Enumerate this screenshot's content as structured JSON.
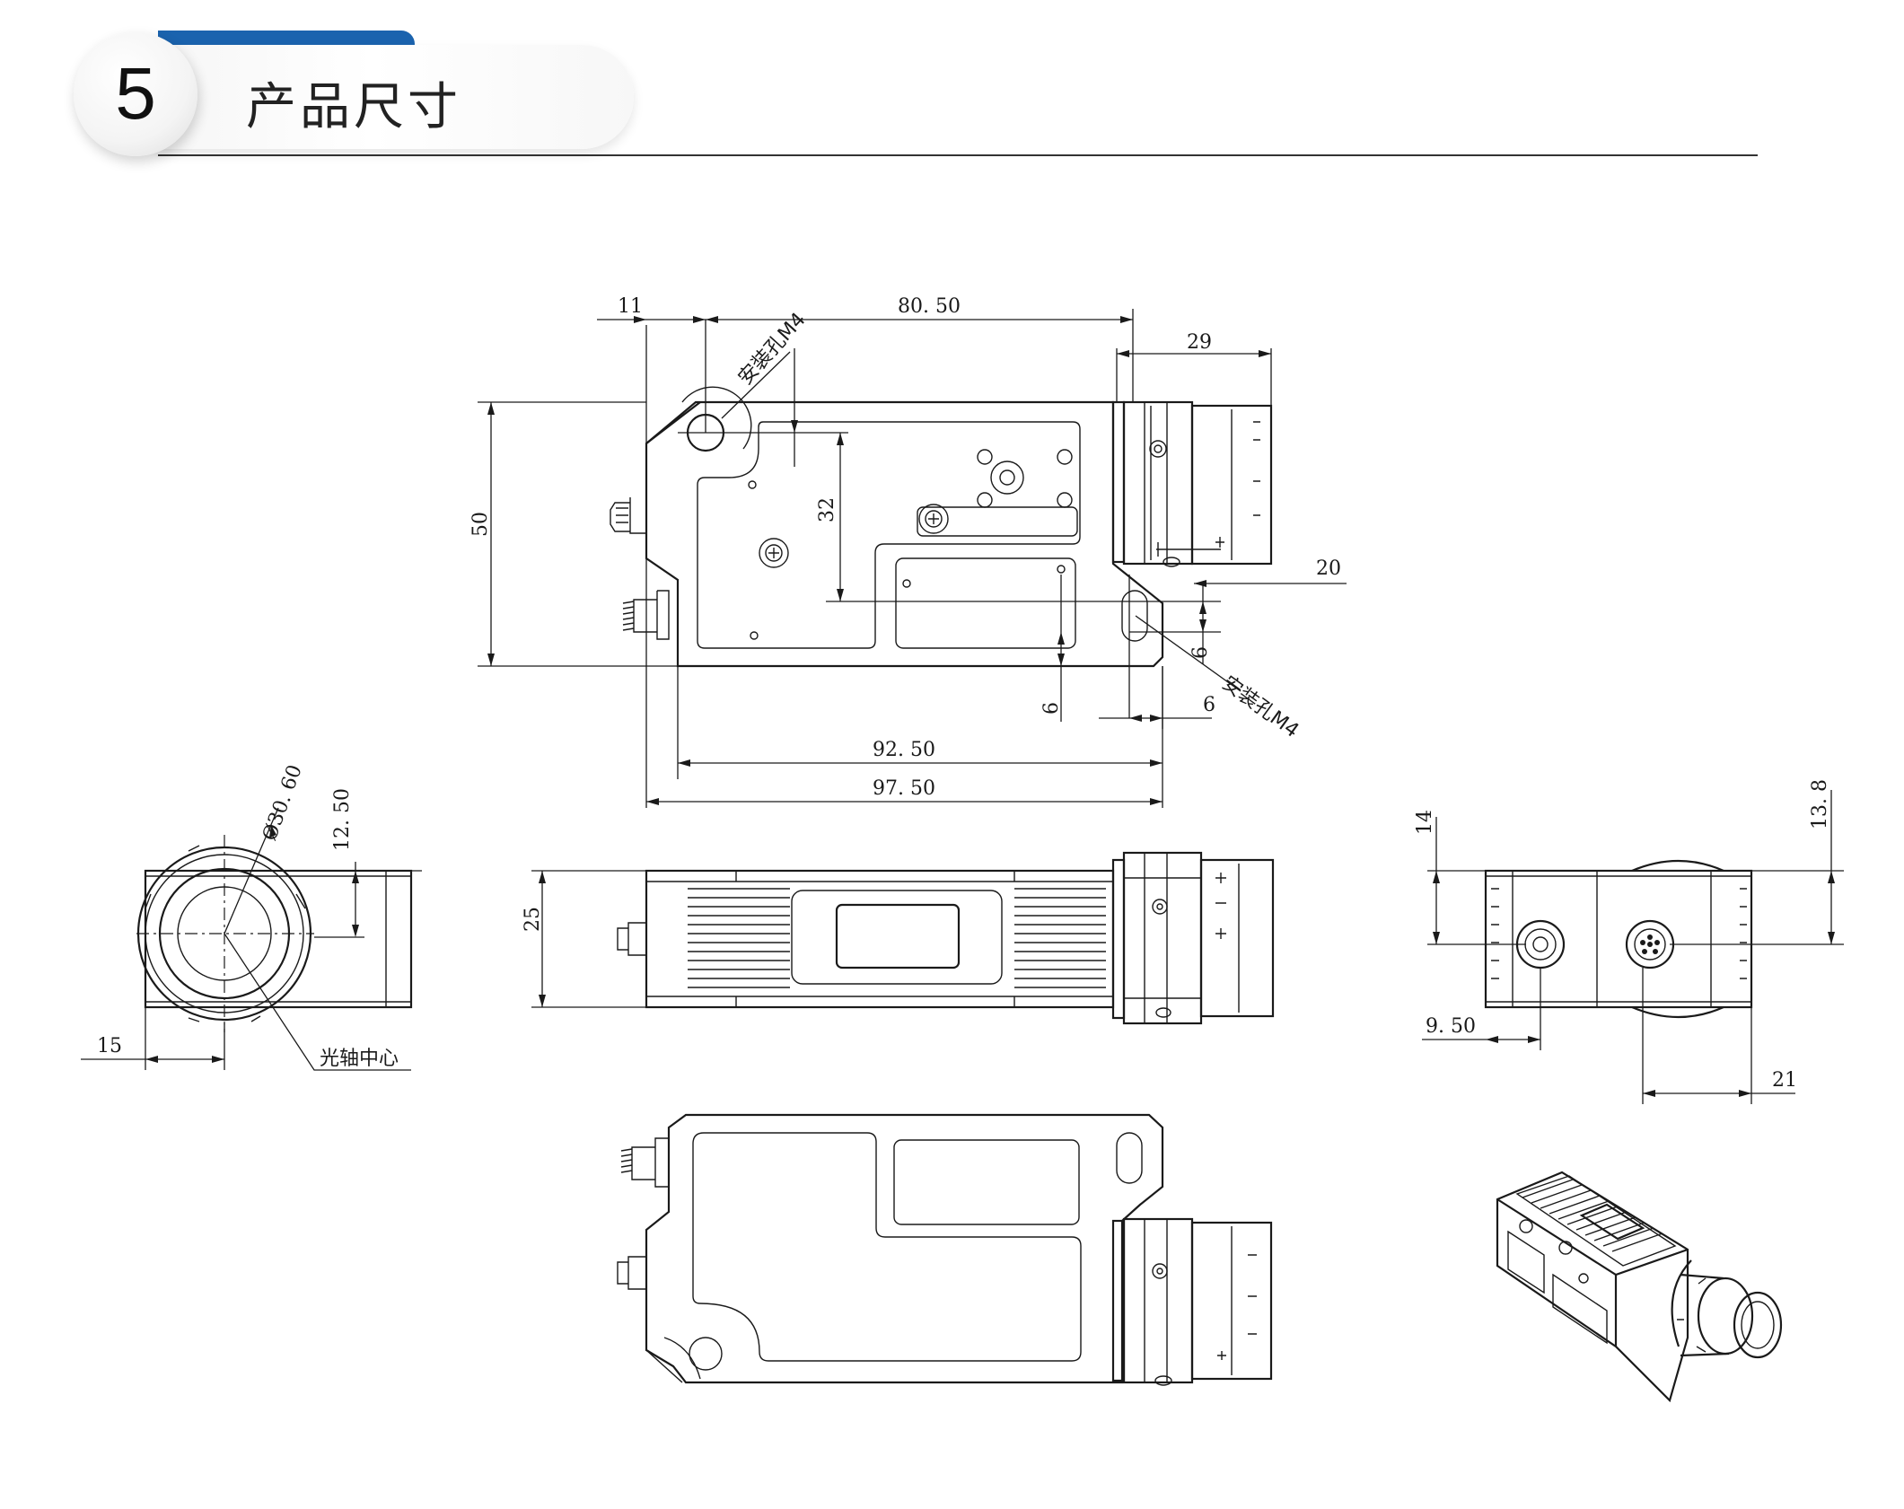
{
  "section": {
    "number": "5",
    "title": "产品尺寸"
  },
  "colors": {
    "accent": "#1b63ae",
    "line": "#1a1a1a"
  },
  "dimensions": {
    "top_view": {
      "d11": "11",
      "d80_50": "80. 50",
      "d29": "29",
      "d50": "50",
      "d32": "32",
      "d20": "20",
      "d6_right": "6",
      "d6_bottom": "6",
      "d6_lower": "6",
      "d92_50": "92. 50",
      "d97_50": "97. 50",
      "hole_top": "安装孔M4",
      "hole_bottom": "安装孔M4"
    },
    "front_view": {
      "d30_60": "Ø30. 60",
      "d12_50": "12. 50",
      "d15": "15",
      "axis_center": "光轴中心"
    },
    "side_view": {
      "d25": "25"
    },
    "end_view": {
      "d14": "14",
      "d13_8": "13. 8",
      "d9_50": "9. 50",
      "d21": "21"
    }
  }
}
